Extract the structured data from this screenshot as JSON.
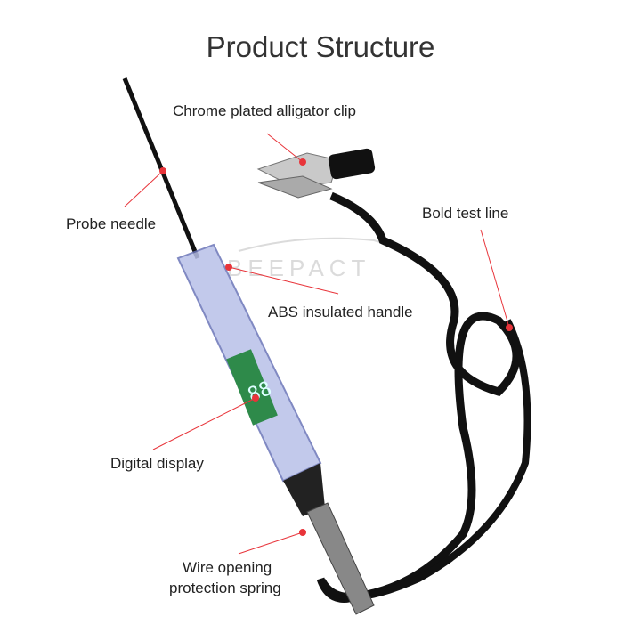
{
  "title": "Product Structure",
  "watermark": "BEEPACT",
  "labels": {
    "clip": "Chrome plated alligator clip",
    "probe": "Probe needle",
    "line": "Bold test line",
    "handle": "ABS insulated handle",
    "display": "Digital display",
    "spring_1": "Wire opening",
    "spring_2": "protection spring"
  },
  "colors": {
    "leader": "#e8343a",
    "text": "#222222"
  }
}
